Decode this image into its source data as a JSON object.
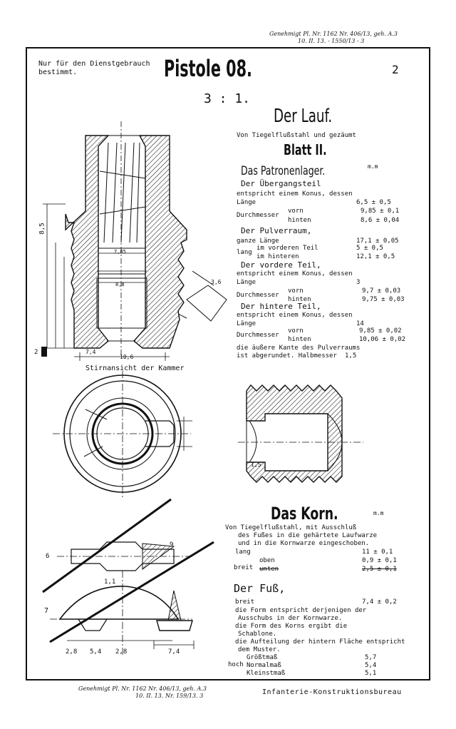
{
  "top_note": {
    "line1": "Genehmigt Pl. Nr. 1162 Nr. 406/13, geh. A.3",
    "line2": "10. II. 13. - 1550/13 - 3"
  },
  "header": {
    "restriction_line1": "Nur für den Dienstgebrauch",
    "restriction_line2": "bestimmt.",
    "title": "Pistole 08.",
    "scale": "3 : 1.",
    "page_number": "2"
  },
  "lauf": {
    "title": "Der Lauf.",
    "material": "Von Tiegelflußstahl und gezäumt",
    "sheet": "Blatt II.",
    "patronenlager": {
      "title": "Das Patronenlager.",
      "note": "m.m",
      "uebergang": {
        "title": "Der Übergangsteil",
        "intro": "entspricht einem Konus, dessen",
        "laenge_label": "Länge",
        "laenge_value": "6,5 ± 0,5",
        "durchmesser_label": "Durchmesser",
        "vorn_label": "vorn",
        "vorn_value": "9,85 ± 0,1",
        "hinten_label": "hinten",
        "hinten_value": "8,6 ± 0,04"
      },
      "pulverraum": {
        "title": "Der Pulverraum,",
        "ganze_label": "ganze Länge",
        "ganze_value": "17,1 ± 0,05",
        "lang_label": "lang",
        "vorderer_label": "im vorderen Teil",
        "vorderer_value": "5 ± 0,5",
        "hinterer_label": "im hinteren",
        "hinterer_value": "12,1 ± 0,5"
      },
      "vordere": {
        "title": "Der vordere Teil,",
        "intro": "entspricht einem Konus, dessen",
        "laenge_label": "Länge",
        "laenge_value": "3",
        "durchmesser_label": "Durchmesser",
        "vorn_label": "vorn",
        "vorn_value": "9,7 ± 0,03",
        "hinten_label": "hinten",
        "hinten_value": "9,75 ± 0,03"
      },
      "hintere": {
        "title": "Der hintere Teil,",
        "intro": "entspricht einem Konus, dessen",
        "laenge_label": "Länge",
        "laenge_value": "14",
        "durchmesser_label": "Durchmesser",
        "vorn_label": "vorn",
        "vorn_value": "9,85 ± 0,02",
        "hinten_label": "hinten",
        "hinten_value": "10,06 ± 0,02",
        "note1": "die äußere Kante des Pulverraums",
        "note2": "ist abgerundet. Halbmesser",
        "note2_value": "1,5"
      }
    }
  },
  "drawing_labels": {
    "stirnansicht": "Stirnansicht der Kammer",
    "dim_85": "8,5",
    "dim_2": "2",
    "dim_36": "3,6",
    "dim_74": "7,4",
    "dim_106": "10,6",
    "dim_785": "7,85",
    "dim_88": "8,8",
    "dim_15": "1,5",
    "dim_28": "2,8",
    "dim_54": "5,4",
    "dim_11": "1,1",
    "dim_7": "7",
    "dim_9": "9",
    "dim_6": "6"
  },
  "korn": {
    "title": "Das Korn.",
    "note": "m.m",
    "desc1": "Von Tiegelflußstahl, mit Ausschluß",
    "desc2": "des Fußes in die gehärtete Laufwarze",
    "desc3": "und in die Kornwarze eingeschoben.",
    "lang_label": "lang",
    "lang_value": "11 ± 0,1",
    "breit_label": "breit",
    "oben_label": "oben",
    "oben_value": "0,9 ± 0,1",
    "unten_label": "unten",
    "unten_value": "2,5 ± 0,1",
    "fuss": {
      "title": "Der Fuß,",
      "breit_label": "breit",
      "breit_value": "7,4 ± 0,2",
      "text1": "die Form entspricht derjenigen der",
      "text2": "Ausschubs in der Kornwarze.",
      "text3": "die Form des Korns ergibt die",
      "text4": "Schablone.",
      "text5": "die Aufteilung der hintern Fläche entspricht",
      "text6": "dem Muster.",
      "hoch_label": "hoch",
      "groesst_label": "Größtmaß",
      "groesst_value": "5,7",
      "normal_label": "Normalmaß",
      "normal_value": "5,4",
      "klein_label": "Kleinstmaß",
      "klein_value": "5,1"
    }
  },
  "footer": {
    "signature": "Genehmigt Pl. Nr. 1162 Nr. 406/13, geh. A.3",
    "signature2": "10. II. 13. Nr. 159/13. 3",
    "bureau": "Infanterie-Konstruktionsbureau"
  }
}
